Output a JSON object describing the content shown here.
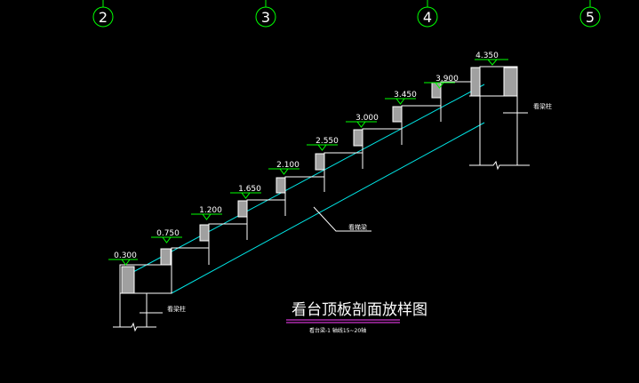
{
  "axes": [
    "2",
    "3",
    "4",
    "5"
  ],
  "elevations": [
    "0.300",
    "0.750",
    "1.200",
    "1.650",
    "2.100",
    "2.550",
    "3.000",
    "3.450",
    "3.900",
    "4.350"
  ],
  "labels": {
    "top_column": "看梁柱",
    "beam": "看梯梁",
    "bottom_column": "看梁柱"
  },
  "title": "看台顶板剖面放样图",
  "subtitle": "看台梁-1 轴线15~20轴"
}
